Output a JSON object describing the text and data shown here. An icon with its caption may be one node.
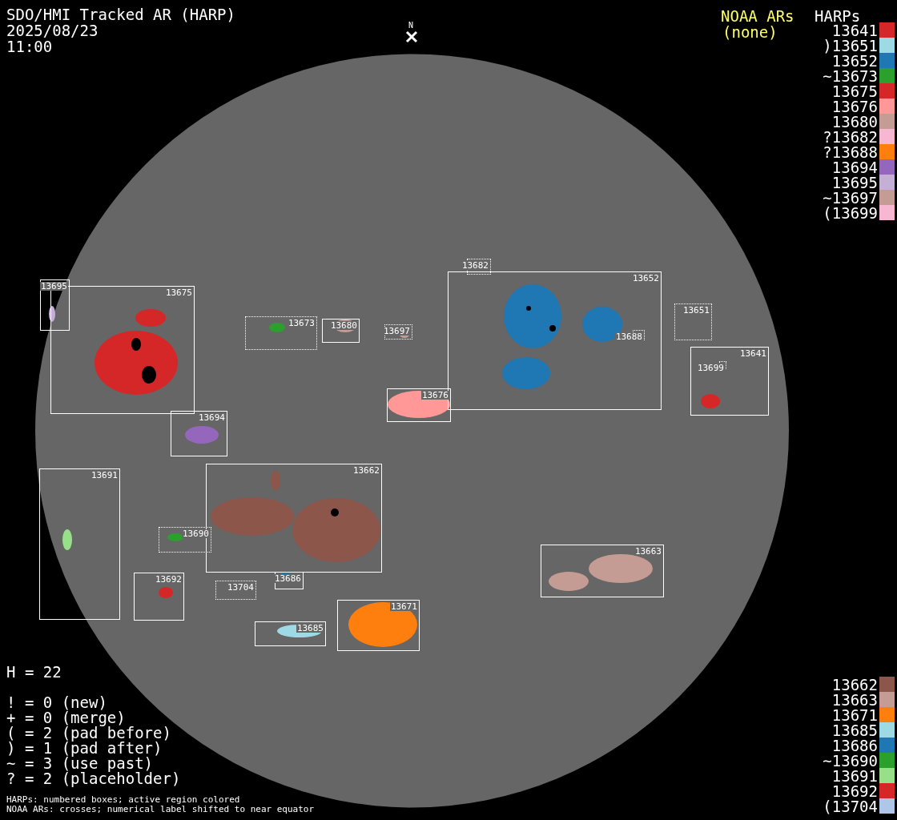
{
  "diagram": {
    "title": "SDO/HMI Tracked AR (HARP)",
    "nodes": [
      {
        "text": [
          "13682"
        ]
      },
      {
        "text": [
          "13652"
        ]
      },
      {
        "text": [
          "13695"
        ]
      },
      {
        "text": [
          "13675"
        ]
      },
      {
        "text": [
          "13651"
        ]
      },
      {
        "text": [
          "13673"
        ]
      },
      {
        "text": [
          "13680"
        ]
      },
      {
        "text": [
          "13697"
        ]
      },
      {
        "text": [
          "13688"
        ],
        "in": 1
      },
      {
        "text": [
          "13641"
        ]
      },
      {
        "text": [
          "13699"
        ],
        "in": 9
      },
      {
        "text": [
          "13676"
        ]
      },
      {
        "text": [
          "13694"
        ]
      },
      {
        "text": [
          "13662"
        ]
      },
      {
        "text": [
          "13691"
        ]
      },
      {
        "text": [
          "13690"
        ]
      },
      {
        "text": [
          "13663"
        ]
      },
      {
        "text": [
          "13686"
        ]
      },
      {
        "text": [
          "13692"
        ]
      },
      {
        "text": [
          "13704"
        ]
      },
      {
        "text": [
          "13671"
        ]
      },
      {
        "text": [
          "13685"
        ]
      }
    ],
    "edges": [],
    "labels": [
      "2025/08/23",
      "11:00",
      "N",
      "NOAA ARs",
      "(none)",
      "HARPs",
      "H = 22",
      "! = 0 (new)",
      "+ = 0 (merge)",
      "( = 2 (pad before)",
      ") = 1 (pad after)",
      "~ = 3 (use past)",
      "? = 2 (placeholder)",
      "HARPs: numbered boxes; active region colored",
      "NOAA ARs: crosses; numerical label shifted to near equator"
    ],
    "legend": [
      {
        "text": "13641",
        "color": "#d62728"
      },
      {
        "text": ")13651",
        "color": "#9edae5"
      },
      {
        "text": "13652",
        "color": "#1f77b4"
      },
      {
        "text": "~13673",
        "color": "#2ca02c"
      },
      {
        "text": "13675",
        "color": "#d62728"
      },
      {
        "text": "13676",
        "color": "#ff9896"
      },
      {
        "text": "13680",
        "color": "#c49c94"
      },
      {
        "text": "?13682",
        "color": "#f7b6d2"
      },
      {
        "text": "?13688",
        "color": "#ff7f0e"
      },
      {
        "text": "13694",
        "color": "#9467bd"
      },
      {
        "text": "13695",
        "color": "#c5b0d5"
      },
      {
        "text": "~13697",
        "color": "#c49c94"
      },
      {
        "text": "(13699",
        "color": "#f7b6d2"
      },
      {
        "text": "13662",
        "color": "#8c564b"
      },
      {
        "text": "13663",
        "color": "#c49c94"
      },
      {
        "text": "13671",
        "color": "#ff7f0e"
      },
      {
        "text": "13685",
        "color": "#9edae5"
      },
      {
        "text": "13686",
        "color": "#1f77b4"
      },
      {
        "text": "~13690",
        "color": "#2ca02c"
      },
      {
        "text": "13691",
        "color": "#98df8a"
      },
      {
        "text": "13692",
        "color": "#d62728"
      },
      {
        "text": "(13704",
        "color": "#aec7e8"
      }
    ]
  }
}
